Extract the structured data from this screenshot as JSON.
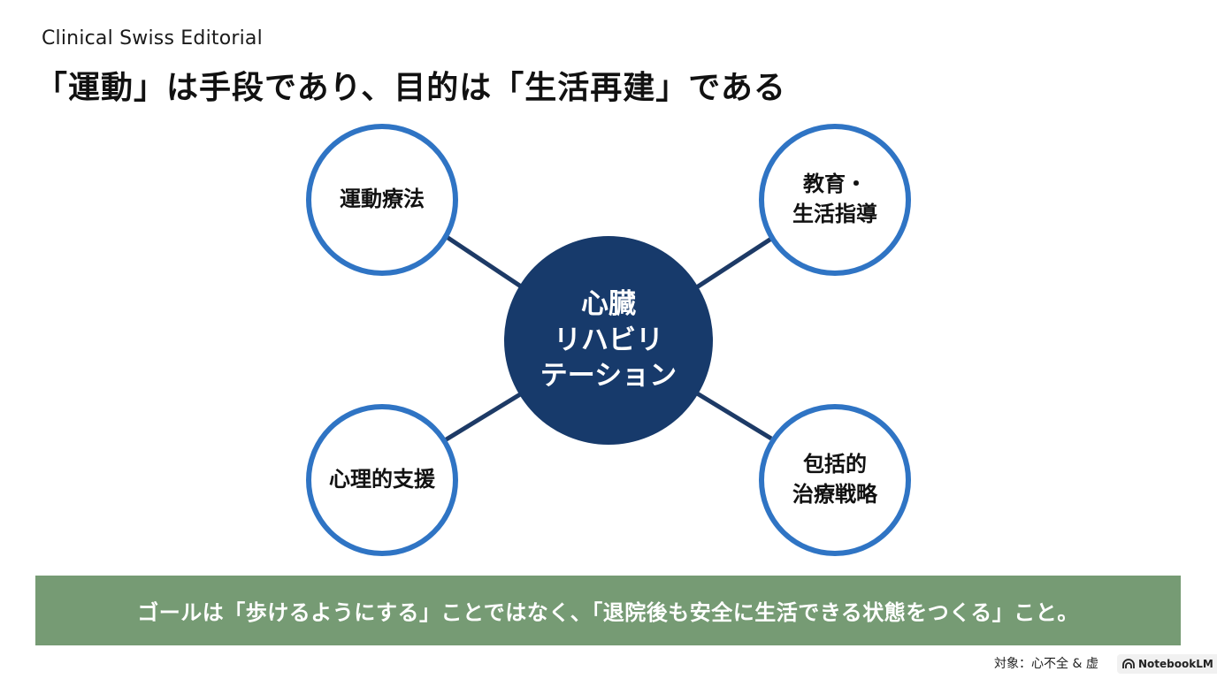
{
  "header": {
    "brand": "Clinical Swiss Editorial",
    "title": "「運動」は手段であり、目的は「生活再建」である"
  },
  "diagram": {
    "center": "心臓\nリハビリ\nテーション",
    "nodes": [
      {
        "label": "運動療法"
      },
      {
        "label": "教育・\n生活指導"
      },
      {
        "label": "心理的支援"
      },
      {
        "label": "包括的\n治療戦略"
      }
    ],
    "colors": {
      "center_fill": "#173a6b",
      "node_ring": "#2f74c4",
      "connector": "#1d3a66"
    }
  },
  "banner": {
    "text": "ゴールは「歩けるようにする」ことではなく、「退院後も安全に生活できる状態をつくる」こと。",
    "color": "#769b74"
  },
  "footer": {
    "note": "対象：心不全 & 虚",
    "badge_label": "NotebookLM",
    "badge_icon": "notebooklm-icon"
  }
}
